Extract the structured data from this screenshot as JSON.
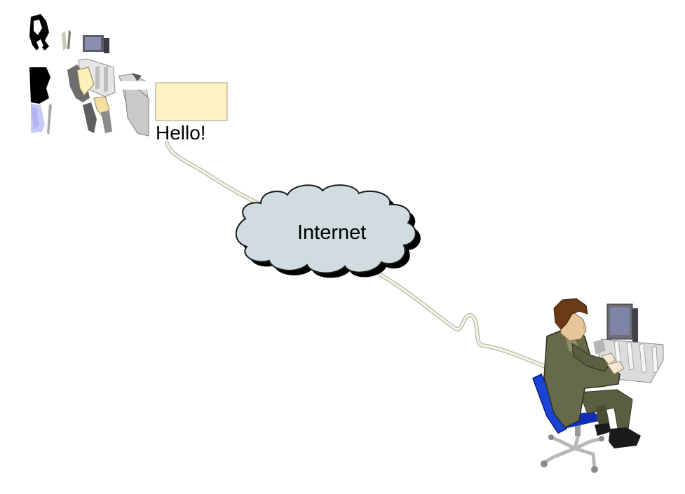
{
  "labels": {
    "message": "Hello!",
    "network": "Internet"
  },
  "nodes": [
    {
      "id": "sender",
      "icon": "person-at-computer-icon",
      "state": "partially-rendered"
    },
    {
      "id": "network",
      "icon": "cloud-icon"
    },
    {
      "id": "receiver",
      "icon": "person-at-computer-icon"
    }
  ],
  "connections": [
    {
      "from": "sender",
      "to": "network"
    },
    {
      "from": "network",
      "to": "receiver"
    }
  ],
  "colors": {
    "message_note": "#fff3c6",
    "cloud_fill": "#d0dcdf",
    "cable": "#eeeedf",
    "chair_blue": "#1a44d6",
    "suit": "#676a4a",
    "monitor_screen": "#7f83a6"
  }
}
